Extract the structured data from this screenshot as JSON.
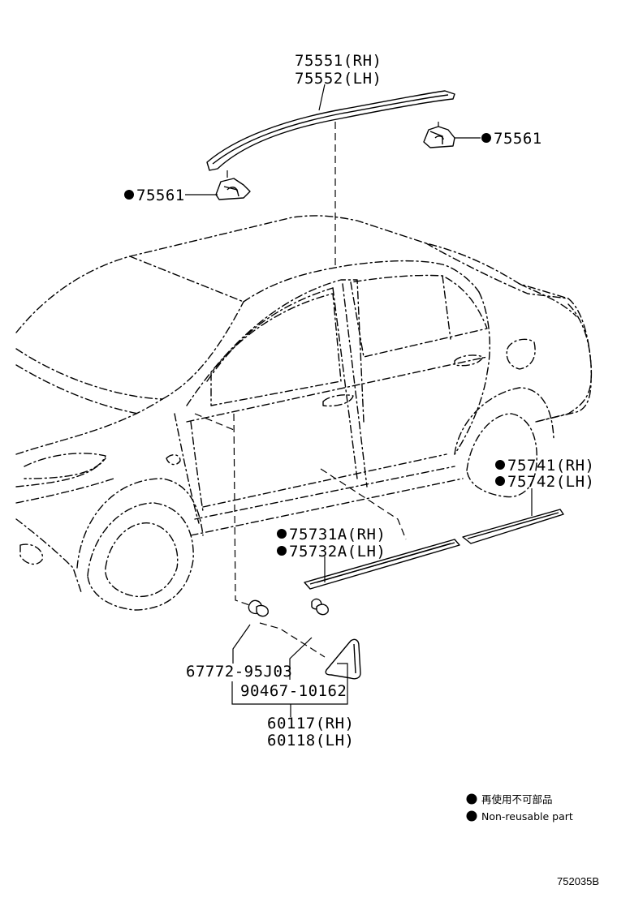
{
  "parts": {
    "roof_molding_rh": "75551(RH)",
    "roof_molding_lh": "75552(LH)",
    "clip_top_right": "75561",
    "clip_top_left": "75561",
    "rear_rocker_rh": "75741(RH)",
    "rear_rocker_lh": "75742(LH)",
    "front_rocker_rh": "75731A(RH)",
    "front_rocker_lh": "75732A(LH)",
    "clip_a": "67772-95J03",
    "clip_b": "90467-10162",
    "garnish_rh": "60117(RH)",
    "garnish_lh": "60118(LH)"
  },
  "legend": {
    "jp": "再使用不可部品",
    "en": "Non-reusable part"
  },
  "diagram_code": "752035B"
}
